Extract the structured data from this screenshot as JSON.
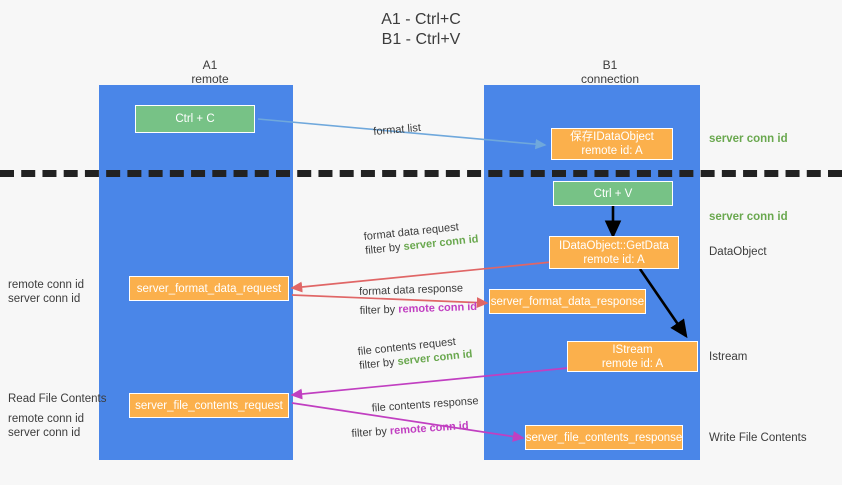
{
  "title": {
    "line1": "A1 - Ctrl+C",
    "line2": "B1 - Ctrl+V"
  },
  "colors": {
    "lane": "#4a86e8",
    "green_node": "#77c286",
    "orange_node": "#fbb04c",
    "server_conn_id": "#6aa84f",
    "remote_conn_id": "#c13fc1",
    "arrow_blue": "#6fa8dc",
    "arrow_red": "#e06666",
    "arrow_magenta": "#c13fc1",
    "arrow_black": "#000000",
    "divider": "#222222",
    "background": "#f7f7f7"
  },
  "columns": [
    {
      "name": "A1",
      "sub": "remote"
    },
    {
      "name": "B1",
      "sub": "connection"
    }
  ],
  "nodes": {
    "ctrl_c": {
      "label": "Ctrl + C",
      "type": "green"
    },
    "save_idataobject": {
      "line1": "保存IDataObject",
      "line2": "remote id: A",
      "type": "orange"
    },
    "ctrl_v": {
      "label": "Ctrl + V",
      "type": "green"
    },
    "getdata": {
      "line1": "IDataObject::GetData",
      "line2": "remote id: A",
      "type": "orange"
    },
    "server_format_data_request": {
      "label": "server_format_data_request",
      "type": "orange"
    },
    "server_format_data_response": {
      "label": "server_format_data_response",
      "type": "orange"
    },
    "istream": {
      "line1": "IStream",
      "line2": "remote id: A",
      "type": "orange"
    },
    "server_file_contents_request": {
      "label": "server_file_contents_request",
      "type": "orange"
    },
    "server_file_contents_response": {
      "label": "server_file_contents_response",
      "type": "orange"
    }
  },
  "edge_labels": {
    "format_list": "format list",
    "format_data_request": {
      "line1": "format data request",
      "prefix": "filter by ",
      "key": "server conn id"
    },
    "format_data_response": {
      "line1": "format data response",
      "prefix": "filter by ",
      "key": "remote conn id"
    },
    "file_contents_request": {
      "line1": "file contents request",
      "prefix": "filter by ",
      "key": "server conn id"
    },
    "file_contents_response": {
      "line1": "file contents response",
      "prefix": "filter by ",
      "key": "remote conn id"
    }
  },
  "right_annotations": [
    {
      "text": "server conn id",
      "style": "green"
    },
    {
      "text": "server conn id",
      "style": "green"
    },
    {
      "text": "DataObject",
      "style": "dark"
    },
    {
      "text": "Istream",
      "style": "dark"
    },
    {
      "text": "Write File Contents",
      "style": "dark"
    }
  ],
  "left_annotations": {
    "group1": [
      {
        "text": "remote conn id",
        "style": "purple"
      },
      {
        "text": "server conn id",
        "style": "green"
      }
    ],
    "read_file_contents": "Read File Contents",
    "group2": [
      {
        "text": "remote conn id",
        "style": "purple"
      },
      {
        "text": "server conn id",
        "style": "green"
      }
    ]
  }
}
